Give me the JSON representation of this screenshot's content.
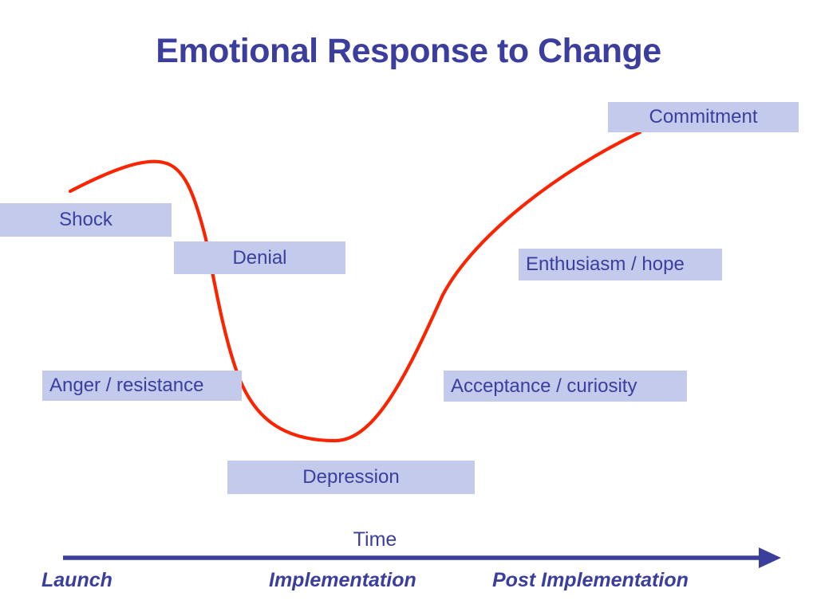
{
  "title": "Emotional Response to Change",
  "colors": {
    "ink": "#3B3E9D",
    "box_bg": "#C3CAEC",
    "curve_red": "#FA2400",
    "axis_blue": "#3B3E9D"
  },
  "stages": [
    {
      "label": "Shock"
    },
    {
      "label": "Denial"
    },
    {
      "label": "Anger / resistance"
    },
    {
      "label": "Depression"
    },
    {
      "label": "Acceptance / curiosity"
    },
    {
      "label": "Enthusiasm / hope"
    },
    {
      "label": "Commitment"
    }
  ],
  "axis": {
    "label": "Time",
    "phases": [
      "Launch",
      "Implementation",
      "Post Implementation"
    ]
  }
}
